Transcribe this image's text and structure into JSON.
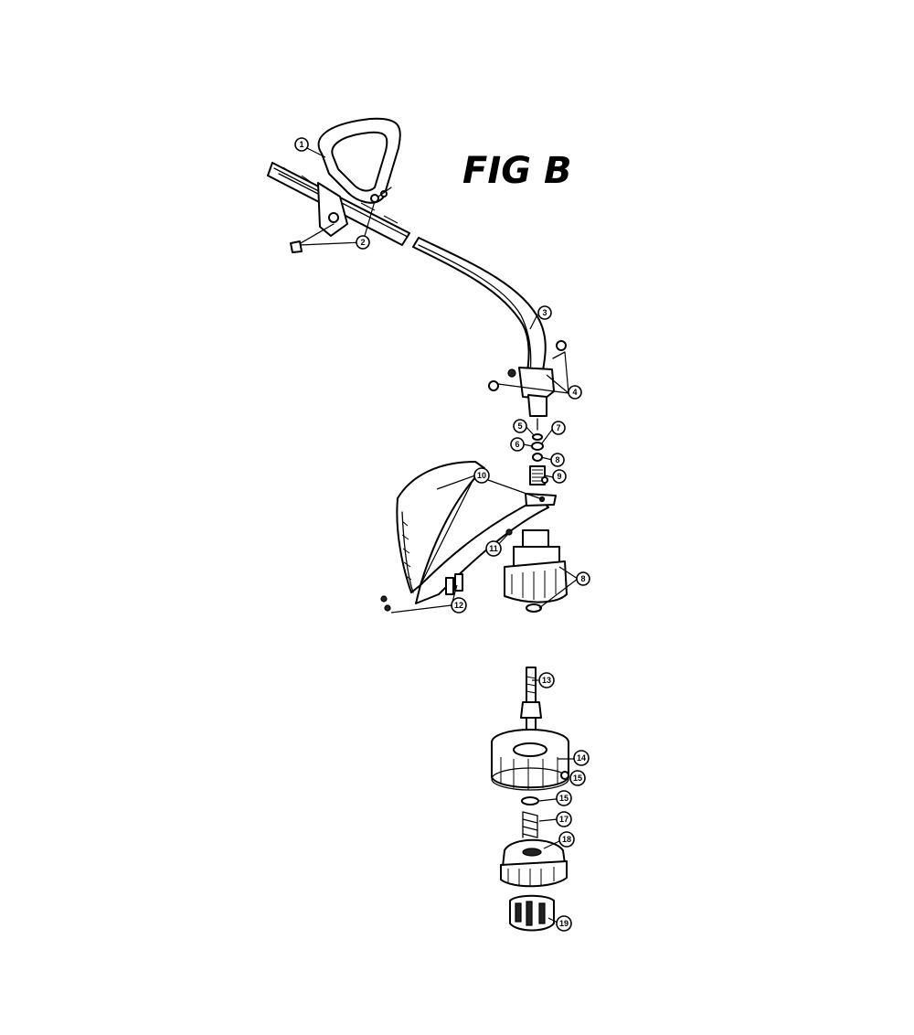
{
  "figure": {
    "title": "FIG B"
  },
  "callouts": [
    {
      "id": "1",
      "label": "1"
    },
    {
      "id": "2",
      "label": "2"
    },
    {
      "id": "3",
      "label": "3"
    },
    {
      "id": "4",
      "label": "4"
    },
    {
      "id": "5",
      "label": "5"
    },
    {
      "id": "6",
      "label": "6"
    },
    {
      "id": "7",
      "label": "7"
    },
    {
      "id": "8a",
      "label": "8"
    },
    {
      "id": "9",
      "label": "9"
    },
    {
      "id": "10",
      "label": "10"
    },
    {
      "id": "11",
      "label": "11"
    },
    {
      "id": "8b",
      "label": "8"
    },
    {
      "id": "12",
      "label": "12"
    },
    {
      "id": "13",
      "label": "13"
    },
    {
      "id": "14",
      "label": "14"
    },
    {
      "id": "15a",
      "label": "15"
    },
    {
      "id": "15b",
      "label": "15"
    },
    {
      "id": "17",
      "label": "17"
    },
    {
      "id": "18",
      "label": "18"
    },
    {
      "id": "19",
      "label": "19"
    }
  ]
}
